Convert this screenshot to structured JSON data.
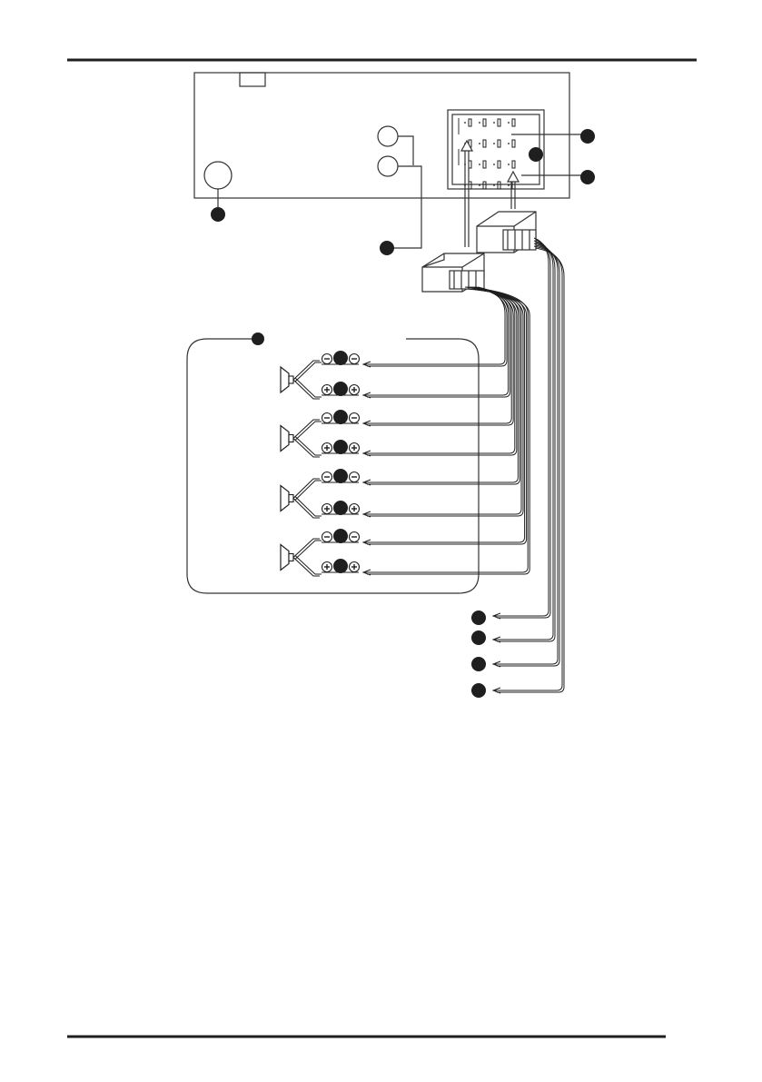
{
  "page": {
    "background": "#ffffff",
    "ink": "#1f1f1f"
  },
  "diagram": {
    "head_unit": {
      "connector_pin_rows": 4,
      "connector_pin_cols": 4
    },
    "harness_connectors": 2,
    "speaker_count": 4,
    "speaker_terminals": [
      "−",
      "+"
    ],
    "output_leads": 4,
    "numbered_callouts": 18
  },
  "icons": {
    "speaker": "speaker-icon",
    "minus": "minus-sign-icon",
    "plus": "plus-sign-icon",
    "arrow": "arrow-up-icon"
  }
}
